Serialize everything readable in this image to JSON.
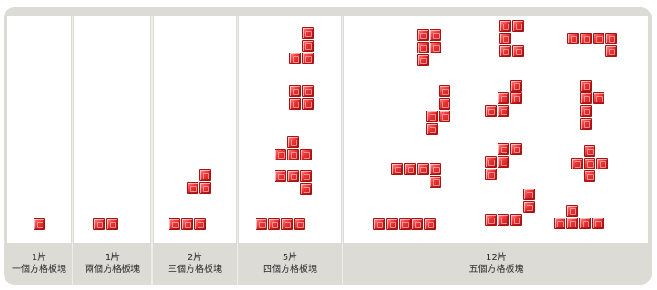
{
  "columns": [
    {
      "count": "1片",
      "name": "一個方格板塊"
    },
    {
      "count": "1片",
      "name": "兩個方格板塊"
    },
    {
      "count": "2片",
      "name": "三個方格板塊"
    },
    {
      "count": "5片",
      "name": "四個方格板塊"
    },
    {
      "count": "12片",
      "name": "五個方格板塊"
    }
  ],
  "colors": {
    "tile": "#e83030",
    "frame": "#dcdbd6",
    "panel": "#ffffff"
  }
}
